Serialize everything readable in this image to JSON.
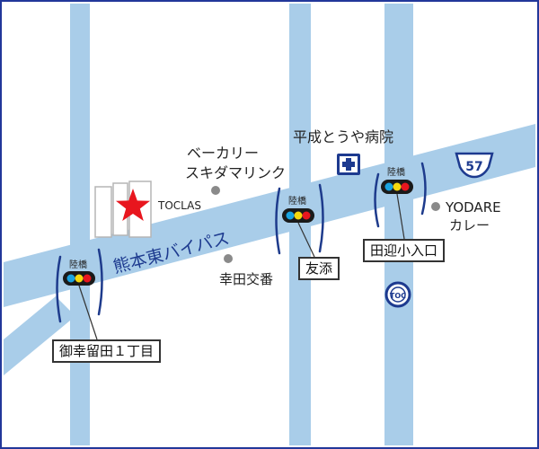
{
  "map": {
    "road_name": "熊本東バイパス",
    "route_badge": "57",
    "route_badge_2": "TOC",
    "destination_marker": "star",
    "signal_tag": "陸橋",
    "landmarks": {
      "toclas": "TOCLAS",
      "bakery_line1": "ベーカリー",
      "bakery_line2": "スキダマリンク",
      "koda_koban": "幸田交番",
      "yodare_line1": "YODARE",
      "yodare_line2": "カレー",
      "hospital": "平成とうや病院"
    },
    "intersections": {
      "mikoda": "御幸留田１丁目",
      "tomosoe": "友添",
      "tamukae": "田迎小入口"
    }
  },
  "colors": {
    "road": "#a9cde9",
    "road_label": "#1d3a8f",
    "frame": "#22379a",
    "bracket": "#1e3b8c",
    "star": "#e8161e"
  }
}
